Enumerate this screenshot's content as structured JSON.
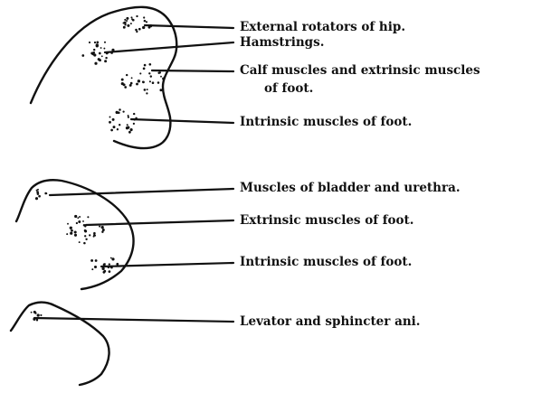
{
  "diagram": {
    "sections": [
      {
        "id": "upper-section",
        "labels": [
          "External rotators of hip.",
          "Hamstrings.",
          "Calf muscles and extrinsic muscles",
          "of foot.",
          "Intrinsic muscles of foot."
        ]
      },
      {
        "id": "middle-section",
        "labels": [
          "Muscles of bladder and urethra.",
          "Extrinsic muscles of foot.",
          "Intrinsic muscles of foot."
        ]
      },
      {
        "id": "lower-section",
        "labels": [
          "Levator and sphincter ani."
        ]
      }
    ],
    "colors": {
      "ink": "#111111",
      "background": "#ffffff"
    }
  }
}
